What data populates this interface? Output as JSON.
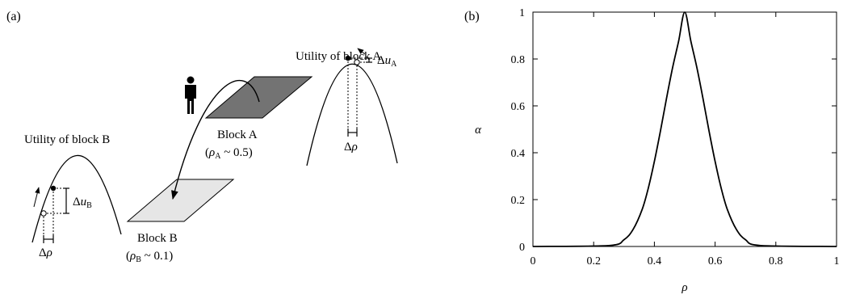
{
  "panels": {
    "a_label": "(a)",
    "b_label": "(b)"
  },
  "diagram": {
    "utility_A_title": "Utility of block A",
    "utility_B_title": "Utility of block B",
    "block_A": {
      "name": "Block A",
      "density_symbol": "ρ",
      "density_sub": "A",
      "density_rest": " ~ 0.5)",
      "color": "#737373"
    },
    "block_B": {
      "name": "Block B",
      "density_symbol": "ρ",
      "density_sub": "B",
      "density_rest": " ~ 0.1)",
      "color": "#e6e6e6"
    },
    "delta_u_A": {
      "delta": "Δ",
      "u": "u",
      "sub": "A"
    },
    "delta_u_B": {
      "delta": "Δ",
      "u": "u",
      "sub": "B"
    },
    "delta_rho": {
      "delta": "Δ",
      "rho": "ρ"
    },
    "person_icon": "person-icon"
  },
  "chart_data": {
    "type": "line",
    "title": "",
    "xlabel": "ρ",
    "ylabel": "α",
    "xlim": [
      0,
      1
    ],
    "ylim": [
      0,
      1
    ],
    "xticks": [
      "0",
      "0.2",
      "0.4",
      "0.6",
      "0.8",
      "1"
    ],
    "yticks": [
      "0",
      "0.2",
      "0.4",
      "0.6",
      "0.8",
      "1"
    ],
    "grid": false,
    "series": [
      {
        "x": [
          0.0,
          0.25,
          0.3,
          0.33,
          0.36,
          0.38,
          0.4,
          0.42,
          0.44,
          0.46,
          0.48,
          0.5,
          0.52,
          0.54,
          0.56,
          0.58,
          0.6,
          0.62,
          0.64,
          0.67,
          0.7,
          0.75,
          1.0
        ],
        "y": [
          0.0,
          0.004,
          0.029,
          0.073,
          0.159,
          0.249,
          0.363,
          0.493,
          0.632,
          0.763,
          0.877,
          1.0,
          0.877,
          0.763,
          0.632,
          0.493,
          0.363,
          0.249,
          0.159,
          0.073,
          0.029,
          0.004,
          0.0
        ]
      }
    ]
  }
}
